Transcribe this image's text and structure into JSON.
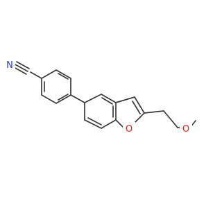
{
  "molecule": {
    "atom_labels": {
      "nitrogen": "N",
      "ring_oxygen": "O",
      "ether_oxygen": "O"
    },
    "colors": {
      "bond": "#3a3a3a",
      "nitrogen": "#2a3bd6",
      "oxygen": "#e0231b"
    }
  }
}
